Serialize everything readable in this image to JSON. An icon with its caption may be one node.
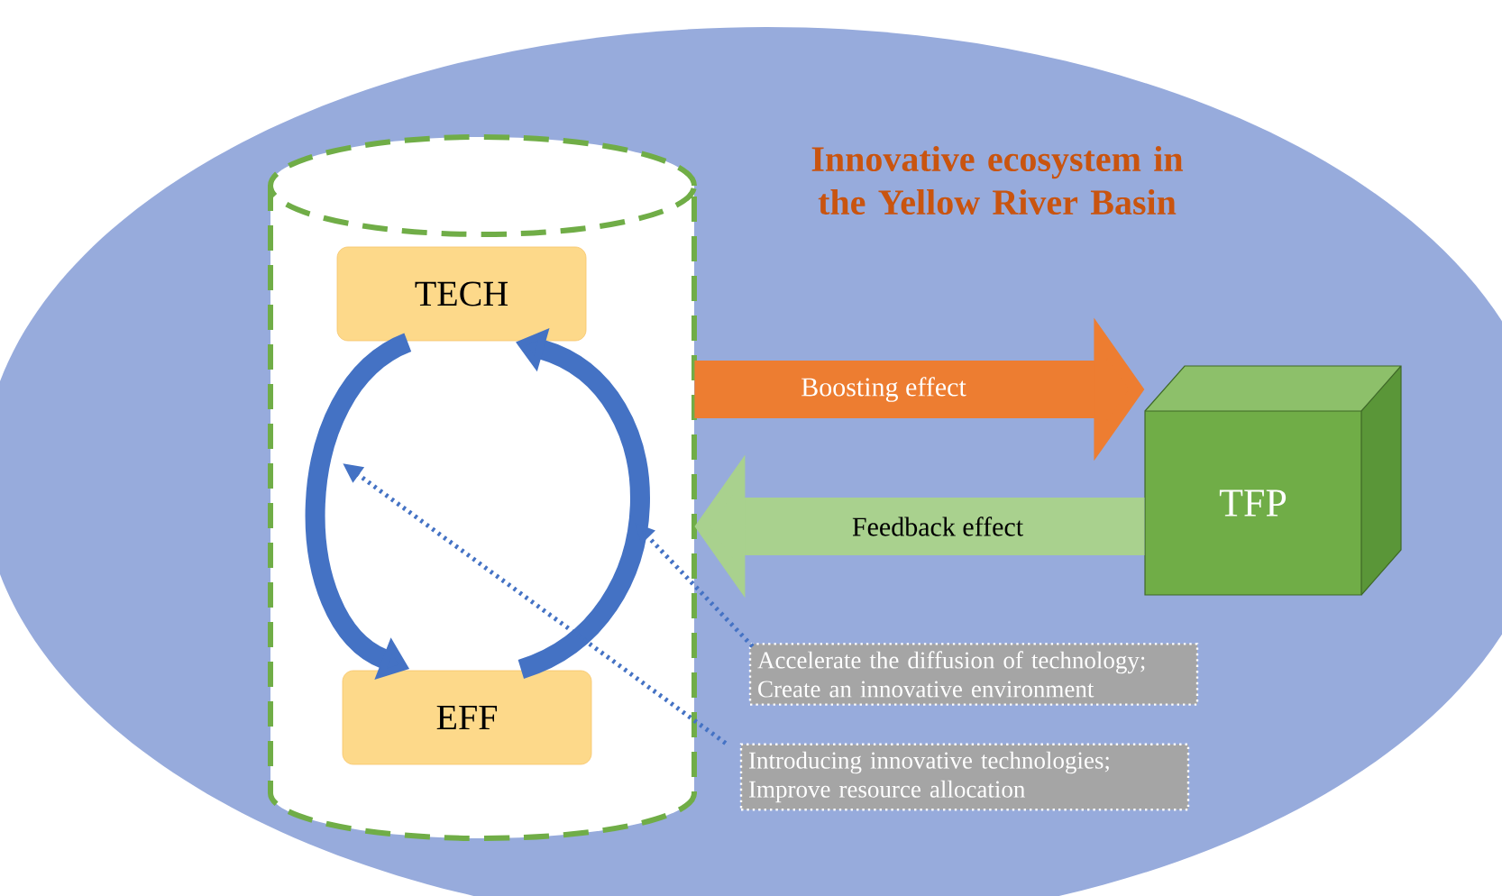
{
  "diagram": {
    "nodes": [
      {
        "text": [
          "Innovative ecosystem in the Yellow River Basin"
        ]
      },
      {
        "text": [],
        "shape": "cylinder",
        "in": 0
      },
      {
        "text": [
          "TECH"
        ],
        "in": 1
      },
      {
        "text": [
          "EFF"
        ],
        "in": 1
      },
      {
        "text": [
          "TFP"
        ],
        "in": 0
      },
      {
        "text": [
          "Accelerate the diffusion of technology; Create an innovative environment"
        ],
        "in": 0
      },
      {
        "text": [
          "Introducing innovative technologies; Improve resource allocation"
        ],
        "in": 0
      }
    ],
    "edges": [
      {
        "from": 2,
        "to": 3,
        "arrow": "to",
        "color": "#4472c4"
      },
      {
        "from": 3,
        "to": 2,
        "arrow": "to",
        "color": "#4472c4"
      },
      {
        "from": 1,
        "to": 4,
        "arrow": "to",
        "style": "thick",
        "color": "#ed7d31",
        "label": "Boosting effect"
      },
      {
        "from": 4,
        "to": 1,
        "arrow": "to",
        "style": "thick",
        "color": "#a9d18e",
        "label": "Feedback effect"
      },
      {
        "from": 5,
        "to": null,
        "arrow": "to",
        "style": "dashed",
        "color": "#4472c4"
      },
      {
        "from": 6,
        "to": null,
        "arrow": "to",
        "style": "dashed",
        "color": "#4472c4"
      }
    ]
  }
}
